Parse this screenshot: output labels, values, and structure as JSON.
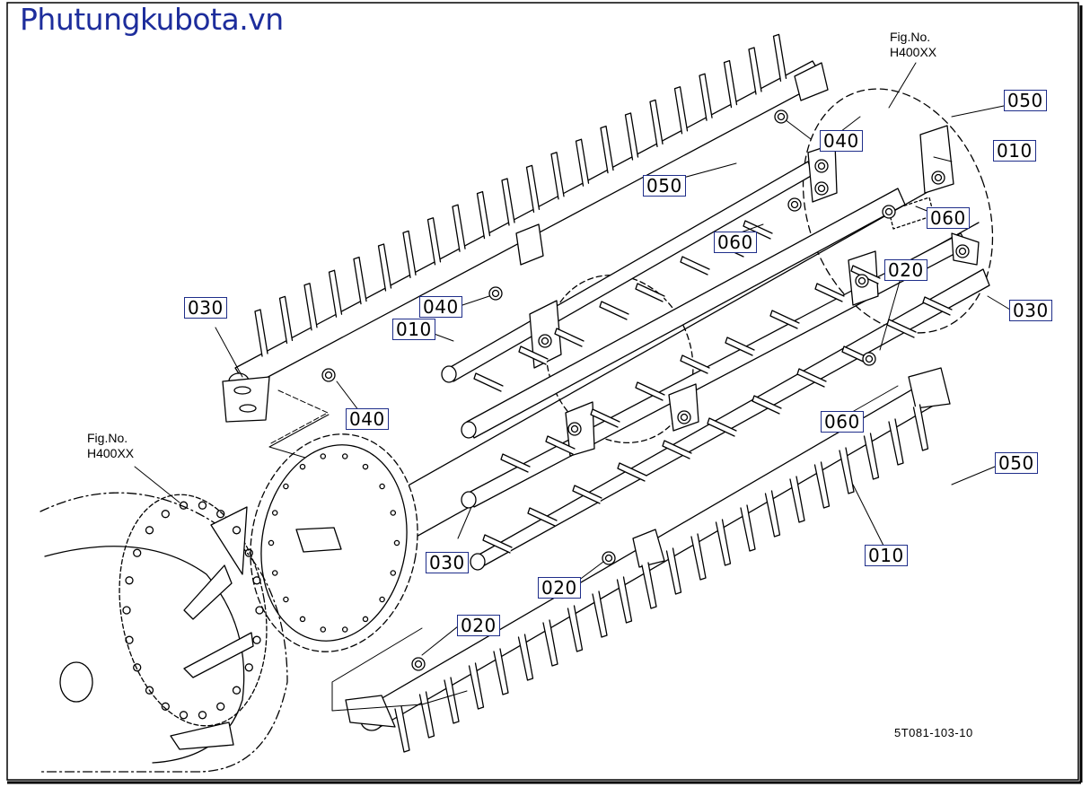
{
  "site_title": "Phutungkubota.vn",
  "figure_refs": [
    {
      "line1": "Fig.No.",
      "line2": "H400XX"
    },
    {
      "line1": "Fig.No.",
      "line2": "H400XX"
    }
  ],
  "drawing_code": "5T081-103-10",
  "callouts": {
    "c050_top_right": "050",
    "c040_top": "040",
    "c010_top_right": "010",
    "c050_mid": "050",
    "c060_top_right": "060",
    "c060_mid": "060",
    "c020_right": "020",
    "c030_left": "030",
    "c040_mid": "040",
    "c030_right": "030",
    "c010_left": "010",
    "c040_left": "040",
    "c060_right": "060",
    "c050_bottom_right": "050",
    "c010_bottom": "010",
    "c030_bottom": "030",
    "c020_mid": "020",
    "c020_bottom": "020"
  },
  "colors": {
    "title_blue": "#1d2d9c",
    "callout_border": "#1f2e8a",
    "line": "#000000"
  }
}
